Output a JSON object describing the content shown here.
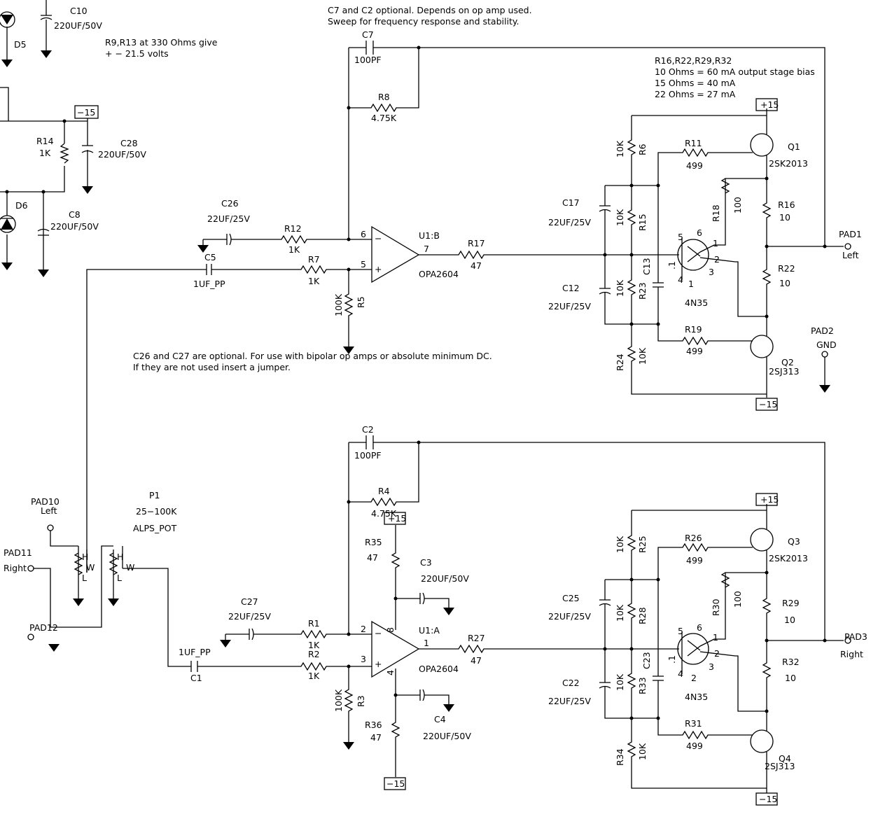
{
  "notes": {
    "c7c2_line1": "C7 and C2 optional. Depends on op amp used.",
    "c7c2_line2": "Sweep for frequency response and stability.",
    "r9r13_line1": "R9,R13 at 330 Ohms give",
    "r9r13_line2": "+ − 21.5 volts",
    "bias_line1": "R16,R22,R29,R32",
    "bias_line2": "10 Ohms = 60 mA output stage bias",
    "bias_line3": "15 Ohms = 40 mA",
    "bias_line4": "22 Ohms = 27 mA",
    "c26c27_line1": "C26 and C27 are optional. For use with bipolar op amps or absolute minimum DC.",
    "c26c27_line2": "If they are not used insert a jumper."
  },
  "rails": {
    "neg15": "−15",
    "pos15": "+15"
  },
  "labels": {
    "C10": "C10",
    "C10v": "220UF/50V",
    "D5": "D5",
    "R14": "R14",
    "R14v": "1K",
    "C28": "C28",
    "C28v": "220UF/50V",
    "D6": "D6",
    "C8": "C8",
    "C8v": "220UF/50V",
    "C7": "C7",
    "C7v": "100PF",
    "R8": "R8",
    "R8v": "4.75K",
    "C26": "C26",
    "C26v": "22UF/25V",
    "R12": "R12",
    "R12v": "1K",
    "C5": "C5",
    "C5v": "1UF_PP",
    "R7": "R7",
    "R7v": "1K",
    "R5": "R5",
    "R5v": "100K",
    "U1B": "U1:B",
    "OPA_B": "OPA2604",
    "pin6": "6",
    "pin5": "5",
    "pin7": "7",
    "R17": "R17",
    "R17v": "47",
    "C17": "C17",
    "C17v": "22UF/25V",
    "C12": "C12",
    "C12v": "22UF/25V",
    "R6": "R6",
    "R6v": "10K",
    "R15": "R15",
    "R15v": "10K",
    "R23": "R23",
    "R23v": "10K",
    "R24": "R24",
    "R24v": "10K",
    "C13": "C13",
    "C13v": ".1",
    "R11": "R11",
    "R11v": "499",
    "R19": "R19",
    "R19v": "499",
    "R18": "R18",
    "R18v": "100",
    "R16": "R16",
    "R16v": "10",
    "R22": "R22",
    "R22v": "10",
    "Q1": "Q1",
    "Q1v": "2SK2013",
    "Q2": "Q2",
    "Q2v": "2SJ313",
    "OC1": "4N35",
    "OC1n": "1",
    "oc_p5": "5",
    "oc_p6": "6",
    "oc_p1": "1",
    "oc_p2": "2",
    "oc_p4": "4",
    "oc_p3": "3",
    "PAD1": "PAD1",
    "PAD1v": "Left",
    "PAD2": "PAD2",
    "PAD2v": "GND",
    "C2": "C2",
    "C2v": "100PF",
    "R4": "R4",
    "R4v": "4.75K",
    "R35": "R35",
    "R35v": "47",
    "C3": "C3",
    "C3v": "220UF/50V",
    "C27": "C27",
    "C27v": "22UF/25V",
    "R1": "R1",
    "R1v": "1K",
    "R2": "R2",
    "R2v": "1K",
    "C1": "C1",
    "C1v": "1UF_PP",
    "R3": "R3",
    "R3v": "100K",
    "U1A": "U1:A",
    "OPA_A": "OPA2604",
    "pin2": "2",
    "pin3": "3",
    "pin1": "1",
    "pin8": "8",
    "pin4": "4",
    "R27": "R27",
    "R27v": "47",
    "C4": "C4",
    "C4v": "220UF/50V",
    "R36": "R36",
    "R36v": "47",
    "C25": "C25",
    "C25v": "22UF/25V",
    "C22": "C22",
    "C22v": "22UF/25V",
    "R25": "R25",
    "R25v": "10K",
    "R28": "R28",
    "R28v": "10K",
    "R33": "R33",
    "R33v": "10K",
    "R34": "R34",
    "R34v": "10K",
    "C23": "C23",
    "C23v": ".1",
    "R26": "R26",
    "R26v": "499",
    "R31": "R31",
    "R31v": "499",
    "R30": "R30",
    "R30v": "100",
    "R29": "R29",
    "R29v": "10",
    "R32": "R32",
    "R32v": "10",
    "Q3": "Q3",
    "Q3v": "2SK2013",
    "Q4": "Q4",
    "Q4v": "2SJ313",
    "OC2": "4N35",
    "OC2n": "2",
    "PAD3": "PAD3",
    "PAD3v": "Right",
    "P1": "P1",
    "P1v": "25−100K",
    "P1t": "ALPS_POT",
    "PAD10": "PAD10",
    "PAD10v": "Left",
    "PAD11": "PAD11",
    "PAD11v": "Right",
    "PAD12": "PAD12",
    "potH": "H",
    "potL": "L",
    "potW": "W"
  }
}
